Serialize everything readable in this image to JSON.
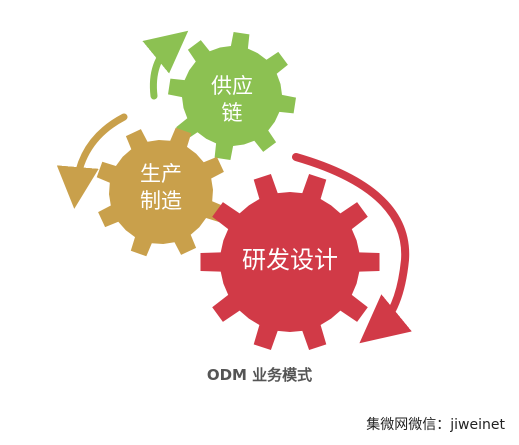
{
  "diagram": {
    "colors": {
      "supply_gear": "#8cc152",
      "manufacturing_gear": "#c9a04b",
      "design_gear": "#d13a47",
      "green_arrow": "#8cc152",
      "gold_arrow": "#c9a04b",
      "red_arrow": "#d13a47"
    },
    "gears": {
      "supply_chain": {
        "line1": "供应",
        "line2": "链"
      },
      "manufacturing": {
        "line1": "生产",
        "line2": "制造"
      },
      "rnd_design": {
        "label": "研发设计"
      }
    }
  },
  "caption": "ODM 业务模式",
  "footer": "集微网微信：jiweinet"
}
